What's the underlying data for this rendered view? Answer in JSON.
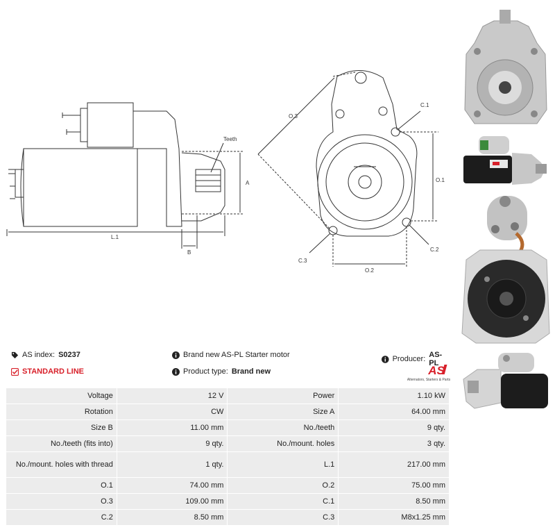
{
  "diagram": {
    "labels": {
      "teeth": "Teeth",
      "a": "A",
      "b": "B",
      "l1": "L.1",
      "o1": "O.1",
      "o2": "O.2",
      "o3": "O.3",
      "c1": "C.1",
      "c2": "C.2",
      "c3": "C.3"
    }
  },
  "info": {
    "as_index_label": "AS index:",
    "as_index_value": "S0237",
    "description": "Brand new AS-PL Starter motor",
    "producer_label": "Producer:",
    "producer_value": "AS-PL",
    "standard_line": "STANDARD LINE",
    "product_type_label": "Product type:",
    "product_type_value": "Brand new"
  },
  "logo": {
    "mark": "AS",
    "tagline": "Alternators, Starters & Parts",
    "color": "#d8202a"
  },
  "specs": [
    [
      "Voltage",
      "12 V",
      "Power",
      "1.10 kW"
    ],
    [
      "Rotation",
      "CW",
      "Size A",
      "64.00 mm"
    ],
    [
      "Size B",
      "11.00 mm",
      "No./teeth",
      "9 qty."
    ],
    [
      "No./teeth (fits into)",
      "9 qty.",
      "No./mount. holes",
      "3 qty."
    ],
    [
      "No./mount. holes with thread",
      "1 qty.",
      "L.1",
      "217.00 mm"
    ],
    [
      "O.1",
      "74.00 mm",
      "O.2",
      "75.00 mm"
    ],
    [
      "O.3",
      "109.00 mm",
      "C.1",
      "8.50 mm"
    ],
    [
      "C.2",
      "8.50 mm",
      "C.3",
      "M8x1.25 mm"
    ]
  ]
}
